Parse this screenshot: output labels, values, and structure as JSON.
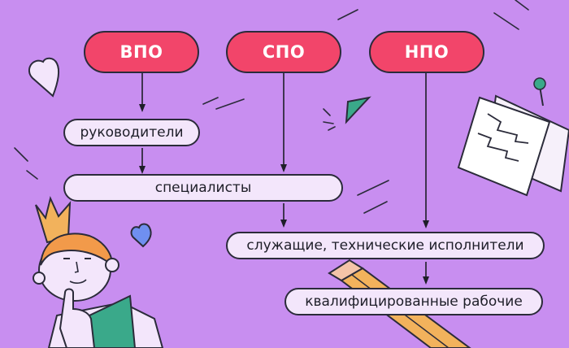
{
  "levels": {
    "vpo": "ВПО",
    "spo": "СПО",
    "npo": "НПО"
  },
  "roles": {
    "managers": "руководители",
    "specialists": "специалисты",
    "employees": "служащие, технические исполнители",
    "workers": "квалифицированные рабочие"
  },
  "colors": {
    "background": "#c88ef0",
    "level_fill": "#f2456a",
    "role_fill": "#f3e6fb",
    "outline": "#2b2b3a"
  },
  "icons": [
    "heart-icon",
    "heart-icon",
    "triangle-icon",
    "paper-sheet-icon",
    "pin-icon",
    "pencil-icon",
    "child-character"
  ]
}
